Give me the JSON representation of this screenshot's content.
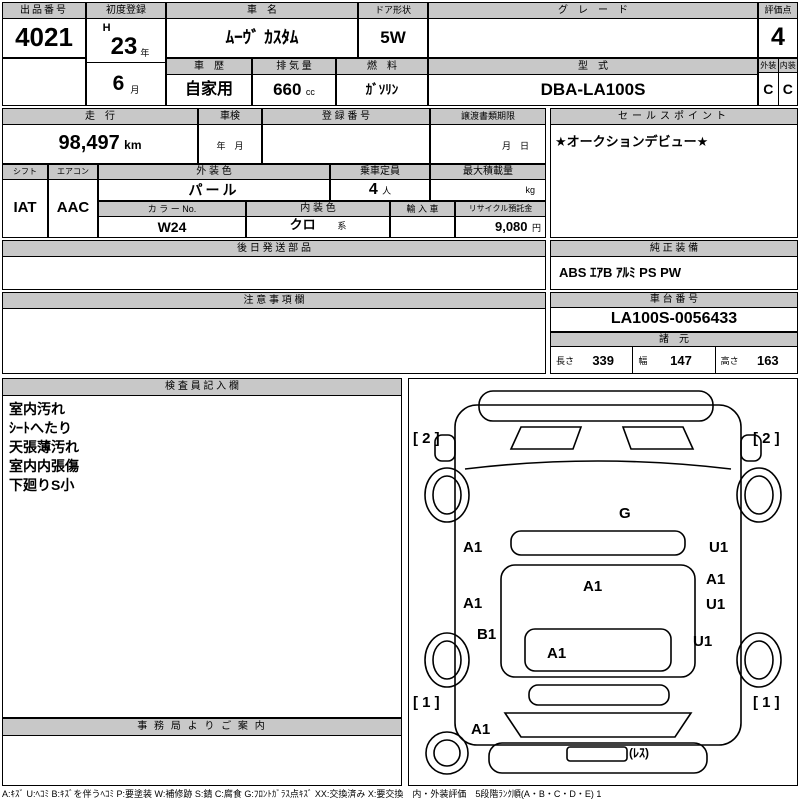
{
  "top": {
    "lot_label": "出品番号",
    "lot_value": "4021",
    "first_reg_label": "初度登録",
    "first_reg_era": "H",
    "first_reg_year": "23",
    "first_reg_year_unit": "年",
    "first_reg_month": "6",
    "first_reg_month_unit": "月",
    "name_label": "車　名",
    "name_value": "ﾑｰｳﾞ ｶｽﾀﾑ",
    "door_label": "ドア形状",
    "door_value": "5W",
    "grade_label": "グ　レ　ー　ド",
    "grade_value": "",
    "score_label": "評価点",
    "score_value": "4",
    "history_label": "車　歴",
    "history_value": "自家用",
    "disp_label": "排 気 量",
    "disp_value": "660",
    "disp_unit": "cc",
    "fuel_label": "燃　料",
    "fuel_value": "ｶﾞｿﾘﾝ",
    "model_label": "型　式",
    "model_value": "DBA-LA100S",
    "ext_label": "外装",
    "ext_value": "C",
    "int_label": "内装",
    "int_value": "C"
  },
  "mileage": {
    "label": "走　行",
    "value": "98,497",
    "unit": "km"
  },
  "shaken": {
    "label": "車検",
    "placeholder": "年　月"
  },
  "registration": {
    "label": "登 録 番 号",
    "value": ""
  },
  "transfer": {
    "label": "譲渡書類期限",
    "placeholder": "月　日"
  },
  "sales_point": {
    "label": "セールスポイント",
    "value": "★オークションデビュー★"
  },
  "equip": {
    "shift_label": "シフト",
    "shift_value": "IAT",
    "aircon_label": "エアコン",
    "aircon_value": "AAC",
    "ext_color_label": "外 装 色",
    "ext_color_value": "パール",
    "capacity_label": "乗車定員",
    "capacity_value": "4",
    "capacity_unit": "人",
    "max_load_label": "最大積載量",
    "max_load_unit": "kg",
    "color_no_label": "カ ラ ー No.",
    "color_no_value": "W24",
    "int_color_label": "内 装 色",
    "int_color_value": "クロ",
    "int_color_suffix": "系",
    "import_label": "輸 入 車",
    "import_value": "",
    "recycle_label": "リサイクル預託金",
    "recycle_value": "9,080",
    "recycle_unit": "円"
  },
  "later_parts": {
    "label": "後 日 発 送 部 品"
  },
  "genuine": {
    "label": "純 正 装 備",
    "value": "ABS ｴｱB ｱﾙﾐ PS PW"
  },
  "notes": {
    "label": "注 意 事 項 欄"
  },
  "chassis": {
    "label": "車 台 番 号",
    "value": "LA100S-0056433"
  },
  "dimensions": {
    "label": "諸　元",
    "length_label": "長さ",
    "length_value": "339",
    "width_label": "幅",
    "width_value": "147",
    "height_label": "高さ",
    "height_value": "163"
  },
  "inspector": {
    "label": "検 査 員 記 入 欄",
    "lines": [
      "室内汚れ",
      "ｼｰﾄへたり",
      "天張薄汚れ",
      "室内内張傷",
      "下廻りS小"
    ]
  },
  "office": {
    "label": "事 務 局 よ り ご 案 内"
  },
  "diagram": {
    "labels": [
      "[ 2 ]",
      "[ 2 ]",
      "G",
      "A1",
      "U1",
      "A1",
      "A1",
      "A1",
      "U1",
      "B1",
      "U1",
      "A1",
      "[ 1 ]",
      "[ 1 ]",
      "A1",
      "(ﾚｽ)"
    ]
  },
  "legend": "A:ｷｽﾞ U:ﾍｺﾐ B:ｷｽﾞを伴うﾍｺﾐ P:要塗装 W:補修跡 S:錆 C:腐食 G:ﾌﾛﾝﾄｶﾞﾗｽ点ｷｽﾞ XX:交換済み X:要交換　内・外装評価　5段階ﾗﾝｸ順(A・B・C・D・E) 1"
}
